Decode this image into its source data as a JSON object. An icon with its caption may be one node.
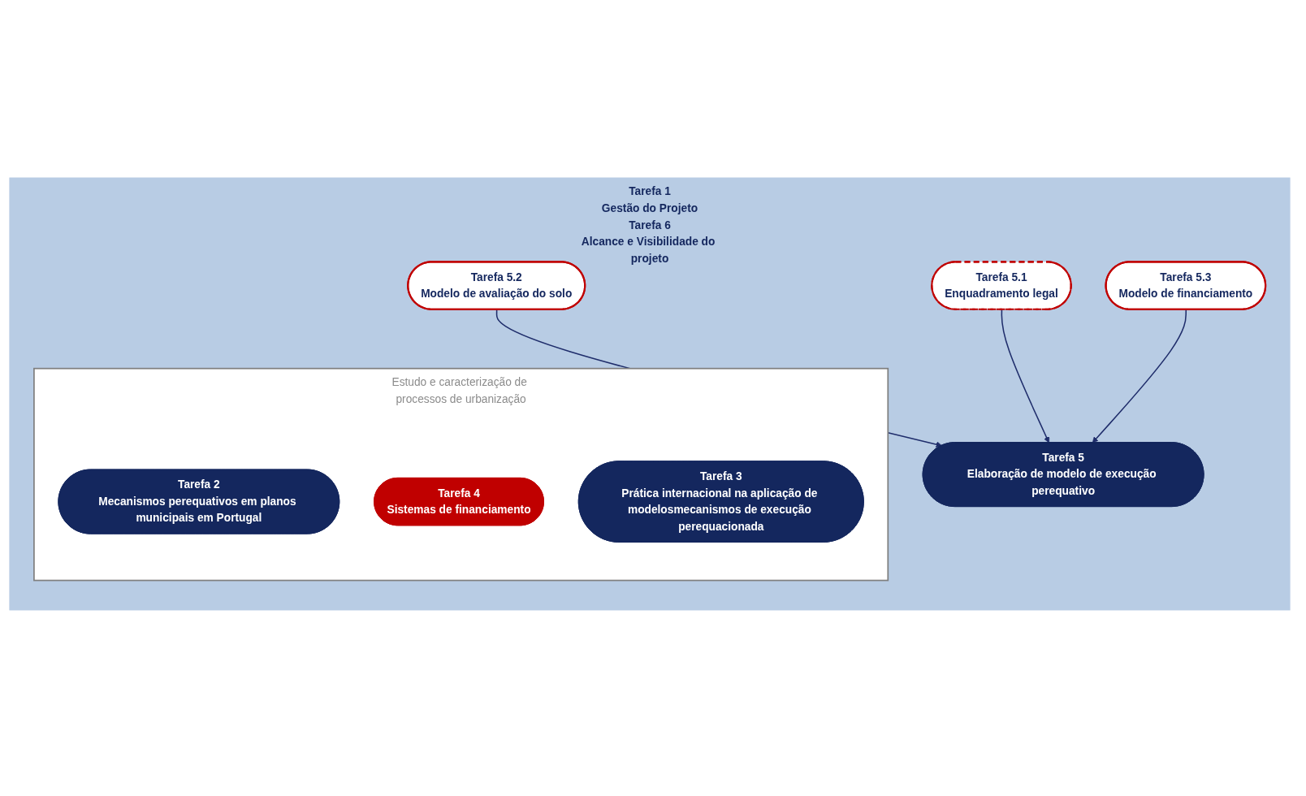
{
  "diagram": {
    "nodes": [
      {
        "text": [
          "Tarefa 1",
          "Gestão do Projeto",
          "Tarefa 6",
          "Alcance e Visibilidade do projeto"
        ]
      },
      {
        "text": [
          "Estudo e caracterização de processos de urbanização"
        ],
        "in": 0
      },
      {
        "text": [
          "Tarefa 2",
          "Mecanismos perequativos em planos municipais em Portugal"
        ],
        "in": 1
      },
      {
        "text": [
          "Tarefa 4",
          "Sistemas de financiamento"
        ],
        "in": 1
      },
      {
        "text": [
          "Tarefa 3",
          "Prática internacional na aplicação de modelosmecanismos de execução perequacionada"
        ],
        "in": 1
      },
      {
        "text": [
          "Tarefa 5.2",
          "Modelo de avaliação do solo"
        ],
        "in": 0
      },
      {
        "text": [
          "Tarefa 5",
          "Elaboração de modelo de execução perequativo"
        ],
        "in": 0
      },
      {
        "text": [
          "Tarefa 5.3",
          "Modelo de financiamento"
        ],
        "in": 0
      },
      {
        "text": [
          "Tarefa 5.1",
          "Enquadramento legal"
        ],
        "in": 0
      }
    ],
    "edges": [
      {
        "from": 5,
        "to": 6,
        "arrow": "to"
      },
      {
        "from": 8,
        "to": 6,
        "arrow": "to"
      },
      {
        "from": 7,
        "to": 6,
        "arrow": "to"
      }
    ]
  }
}
